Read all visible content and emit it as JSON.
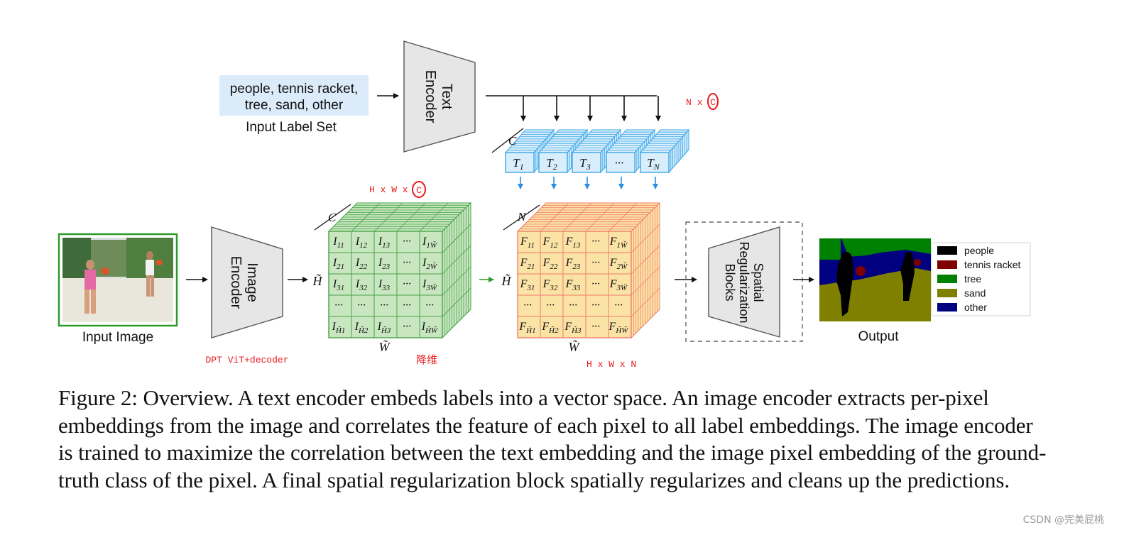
{
  "colors": {
    "label_box": "#dcebf9",
    "encoder_fill": "#e6e6e6",
    "text_cube": "#3aa6e6",
    "image_cube": "#47a347",
    "image_cube_fill": "#c8e6c0",
    "pixel_cube": "#f07d6a",
    "pixel_cube_fill": "#fbe3a6",
    "annotation": "#e8191b",
    "input_border": "#2e9a2e"
  },
  "label_set": {
    "line1": "people, tennis racket,",
    "line2": "tree, sand, other",
    "caption": "Input Label Set"
  },
  "text_encoder": {
    "line1": "Text",
    "line2": "Encoder"
  },
  "image_encoder": {
    "line1": "Image",
    "line2": "Encoder"
  },
  "spatial_block": {
    "line1": "Spatial",
    "line2": "Regularization",
    "line3": "Blocks"
  },
  "input_image": {
    "caption": "Input Image"
  },
  "output": {
    "caption": "Output"
  },
  "text_embeddings": {
    "depth_label": "C",
    "tokens": [
      {
        "base": "T",
        "sub": "1"
      },
      {
        "base": "T",
        "sub": "2"
      },
      {
        "base": "T",
        "sub": "3"
      },
      {
        "base": "···",
        "sub": ""
      },
      {
        "base": "T",
        "sub": "N"
      }
    ]
  },
  "image_embeddings": {
    "depth_label": "C",
    "height_label": "H̃",
    "width_label": "W̃",
    "rows": [
      [
        {
          "b": "I",
          "s": "11"
        },
        {
          "b": "I",
          "s": "12"
        },
        {
          "b": "I",
          "s": "13"
        },
        {
          "b": "···",
          "s": ""
        },
        {
          "b": "I",
          "s": "1W̃"
        }
      ],
      [
        {
          "b": "I",
          "s": "21"
        },
        {
          "b": "I",
          "s": "22"
        },
        {
          "b": "I",
          "s": "23"
        },
        {
          "b": "···",
          "s": ""
        },
        {
          "b": "I",
          "s": "2W̃"
        }
      ],
      [
        {
          "b": "I",
          "s": "31"
        },
        {
          "b": "I",
          "s": "32"
        },
        {
          "b": "I",
          "s": "33"
        },
        {
          "b": "···",
          "s": ""
        },
        {
          "b": "I",
          "s": "3W̃"
        }
      ],
      [
        {
          "b": "···",
          "s": ""
        },
        {
          "b": "···",
          "s": ""
        },
        {
          "b": "···",
          "s": ""
        },
        {
          "b": "···",
          "s": ""
        },
        {
          "b": "···",
          "s": ""
        }
      ],
      [
        {
          "b": "I",
          "s": "H̃1"
        },
        {
          "b": "I",
          "s": "H̃2"
        },
        {
          "b": "I",
          "s": "H̃3"
        },
        {
          "b": "···",
          "s": ""
        },
        {
          "b": "I",
          "s": "H̃W̃"
        }
      ]
    ]
  },
  "pixel_scores": {
    "depth_label": "N",
    "height_label": "H̃",
    "width_label": "W̃",
    "rows": [
      [
        {
          "b": "F",
          "s": "11"
        },
        {
          "b": "F",
          "s": "12"
        },
        {
          "b": "F",
          "s": "13"
        },
        {
          "b": "···",
          "s": ""
        },
        {
          "b": "F",
          "s": "1W̃"
        }
      ],
      [
        {
          "b": "F",
          "s": "21"
        },
        {
          "b": "F",
          "s": "22"
        },
        {
          "b": "F",
          "s": "23"
        },
        {
          "b": "···",
          "s": ""
        },
        {
          "b": "F",
          "s": "2W̃"
        }
      ],
      [
        {
          "b": "F",
          "s": "31"
        },
        {
          "b": "F",
          "s": "32"
        },
        {
          "b": "F",
          "s": "33"
        },
        {
          "b": "···",
          "s": ""
        },
        {
          "b": "F",
          "s": "3W̃"
        }
      ],
      [
        {
          "b": "···",
          "s": ""
        },
        {
          "b": "···",
          "s": ""
        },
        {
          "b": "···",
          "s": ""
        },
        {
          "b": "···",
          "s": ""
        },
        {
          "b": "···",
          "s": ""
        }
      ],
      [
        {
          "b": "F",
          "s": "H̃1"
        },
        {
          "b": "F",
          "s": "H̃2"
        },
        {
          "b": "F",
          "s": "H̃3"
        },
        {
          "b": "···",
          "s": ""
        },
        {
          "b": "F",
          "s": "H̃W̃"
        }
      ]
    ]
  },
  "legend": [
    {
      "label": "people",
      "color": "#000000"
    },
    {
      "label": "tennis racket",
      "color": "#800000"
    },
    {
      "label": "tree",
      "color": "#008000"
    },
    {
      "label": "sand",
      "color": "#808000"
    },
    {
      "label": "other",
      "color": "#000080"
    }
  ],
  "annotations": {
    "text_dim_prefix": "N x ",
    "text_dim_circled": "C",
    "image_dim_prefix": "H x W x",
    "image_dim_circled": "C",
    "encoder_note": "DPT ViT+decoder",
    "reduce_note": "降维",
    "pixel_dim": "H x W x N"
  },
  "caption": "Figure 2: Overview. A text encoder embeds labels into a vector space. An image encoder extracts per-pixel embeddings from the image and correlates the feature of each pixel to all label embeddings. The image encoder is trained to maximize the correlation between the text embedding and the image pixel embedding of the ground-truth class of the pixel. A final spatial regularization block spatially regularizes and cleans up the predictions.",
  "watermark": "CSDN @完美屁桃"
}
